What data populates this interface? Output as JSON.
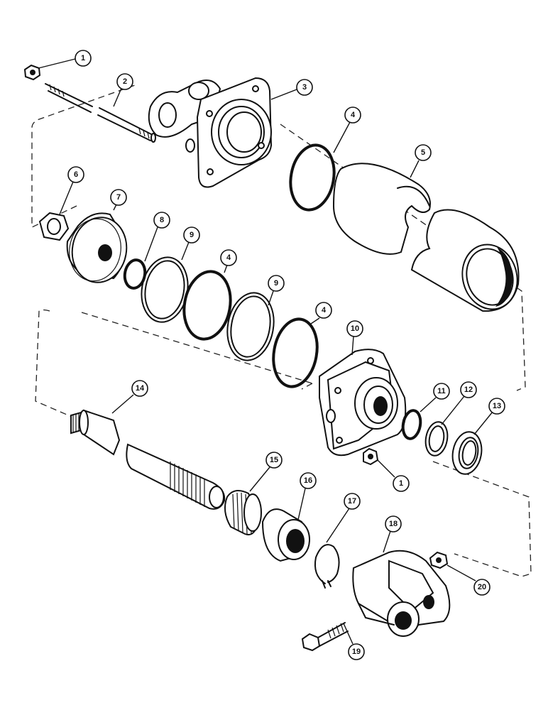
{
  "callouts": [
    {
      "key": "c1a",
      "label": "1"
    },
    {
      "key": "c2",
      "label": "2"
    },
    {
      "key": "c3",
      "label": "3"
    },
    {
      "key": "c4a",
      "label": "4"
    },
    {
      "key": "c5",
      "label": "5"
    },
    {
      "key": "c6",
      "label": "6"
    },
    {
      "key": "c7",
      "label": "7"
    },
    {
      "key": "c8",
      "label": "8"
    },
    {
      "key": "c9a",
      "label": "9"
    },
    {
      "key": "c4b",
      "label": "4"
    },
    {
      "key": "c9b",
      "label": "9"
    },
    {
      "key": "c4c",
      "label": "4"
    },
    {
      "key": "c10",
      "label": "10"
    },
    {
      "key": "c11",
      "label": "11"
    },
    {
      "key": "c12",
      "label": "12"
    },
    {
      "key": "c13",
      "label": "13"
    },
    {
      "key": "c14",
      "label": "14"
    },
    {
      "key": "c1b",
      "label": "1"
    },
    {
      "key": "c15",
      "label": "15"
    },
    {
      "key": "c16",
      "label": "16"
    },
    {
      "key": "c17",
      "label": "17"
    },
    {
      "key": "c18",
      "label": "18"
    },
    {
      "key": "c20",
      "label": "20"
    },
    {
      "key": "c19",
      "label": "19"
    }
  ]
}
